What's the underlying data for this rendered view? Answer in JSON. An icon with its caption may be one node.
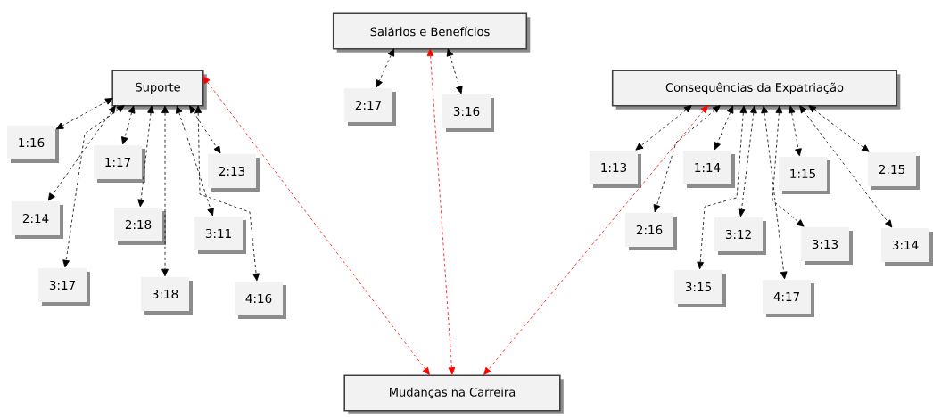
{
  "diagram": {
    "nodes": [
      {
        "text": [
          "Salários e Benefícios"
        ]
      },
      {
        "text": [
          "Suporte"
        ]
      },
      {
        "text": [
          "Consequências da Expatriação"
        ]
      },
      {
        "text": [
          "Mudanças na Carreira"
        ]
      },
      {
        "text": [
          "1:16"
        ]
      },
      {
        "text": [
          "1:17"
        ]
      },
      {
        "text": [
          "2:13"
        ]
      },
      {
        "text": [
          "2:14"
        ]
      },
      {
        "text": [
          "2:18"
        ]
      },
      {
        "text": [
          "3:11"
        ]
      },
      {
        "text": [
          "3:17"
        ]
      },
      {
        "text": [
          "3:18"
        ]
      },
      {
        "text": [
          "4:16"
        ]
      },
      {
        "text": [
          "2:17"
        ]
      },
      {
        "text": [
          "3:16"
        ]
      },
      {
        "text": [
          "1:13"
        ]
      },
      {
        "text": [
          "1:14"
        ]
      },
      {
        "text": [
          "1:15"
        ]
      },
      {
        "text": [
          "2:15"
        ]
      },
      {
        "text": [
          "2:16"
        ]
      },
      {
        "text": [
          "3:12"
        ]
      },
      {
        "text": [
          "3:13"
        ]
      },
      {
        "text": [
          "3:14"
        ]
      },
      {
        "text": [
          "3:15"
        ]
      },
      {
        "text": [
          "4:17"
        ]
      }
    ],
    "edges": [
      {
        "from": 1,
        "to": 4,
        "arrow": "both"
      },
      {
        "from": 1,
        "to": 5,
        "arrow": "both"
      },
      {
        "from": 1,
        "to": 6,
        "arrow": "both"
      },
      {
        "from": 1,
        "to": 7,
        "arrow": "both"
      },
      {
        "from": 1,
        "to": 8,
        "arrow": "both"
      },
      {
        "from": 1,
        "to": 9,
        "arrow": "both"
      },
      {
        "from": 1,
        "to": 10,
        "arrow": "both"
      },
      {
        "from": 1,
        "to": 11,
        "arrow": "both"
      },
      {
        "from": 1,
        "to": 12,
        "arrow": "both"
      },
      {
        "from": 0,
        "to": 13,
        "arrow": "both"
      },
      {
        "from": 0,
        "to": 14,
        "arrow": "both"
      },
      {
        "from": 2,
        "to": 15,
        "arrow": "both"
      },
      {
        "from": 2,
        "to": 16,
        "arrow": "both"
      },
      {
        "from": 2,
        "to": 17,
        "arrow": "both"
      },
      {
        "from": 2,
        "to": 18,
        "arrow": "both"
      },
      {
        "from": 2,
        "to": 19,
        "arrow": "both"
      },
      {
        "from": 2,
        "to": 20,
        "arrow": "both"
      },
      {
        "from": 2,
        "to": 21,
        "arrow": "both"
      },
      {
        "from": 2,
        "to": 22,
        "arrow": "both"
      },
      {
        "from": 2,
        "to": 23,
        "arrow": "both"
      },
      {
        "from": 2,
        "to": 24,
        "arrow": "both"
      },
      {
        "from": 1,
        "to": 3,
        "arrow": "both",
        "color": "#ff0000"
      },
      {
        "from": 0,
        "to": 3,
        "arrow": "both",
        "color": "#ff0000"
      },
      {
        "from": 2,
        "to": 3,
        "arrow": "both",
        "color": "#ff0000"
      }
    ]
  }
}
